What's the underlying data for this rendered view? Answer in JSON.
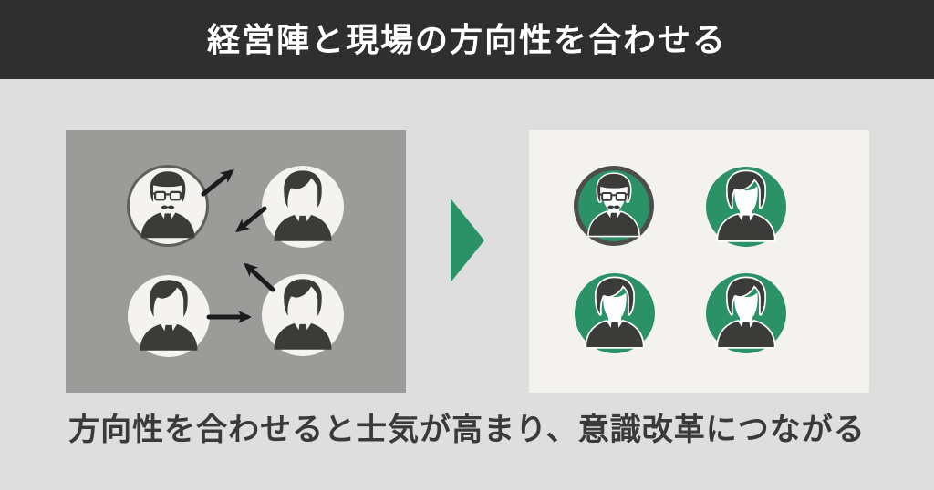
{
  "header": {
    "title": "経営陣と現場の方向性を合わせる"
  },
  "caption": {
    "text": "方向性を合わせると士気が高まり、意識改革につながる"
  },
  "colors": {
    "header_background": "#2f2f2f",
    "header_text": "#ffffff",
    "page_background": "#dedede",
    "before_panel_background": "#9b9b99",
    "after_panel_background": "#f3f2ee",
    "accent_green": "#2b9167",
    "figure_dark": "#3b3b39",
    "avatar_circle_light": "#f4f3ef",
    "manager_ring_gray": "#5f5f5d",
    "arrow_black": "#1b1b1b"
  },
  "diagram": {
    "before_panel": {
      "avatars": [
        {
          "role": "manager",
          "icon": "manager-avatar-icon",
          "arrow_direction": "northeast"
        },
        {
          "role": "employee",
          "icon": "employee-avatar-icon",
          "arrow_direction": "southwest"
        },
        {
          "role": "employee",
          "icon": "employee-avatar-icon",
          "arrow_direction": "east"
        },
        {
          "role": "employee",
          "icon": "employee-avatar-icon",
          "arrow_direction": "northwest"
        }
      ]
    },
    "transition": {
      "icon": "right-pointing-triangle-icon"
    },
    "after_panel": {
      "avatars": [
        {
          "role": "manager",
          "icon": "manager-avatar-icon"
        },
        {
          "role": "employee",
          "icon": "employee-avatar-icon"
        },
        {
          "role": "employee",
          "icon": "employee-avatar-icon"
        },
        {
          "role": "employee",
          "icon": "employee-avatar-icon"
        }
      ]
    }
  }
}
